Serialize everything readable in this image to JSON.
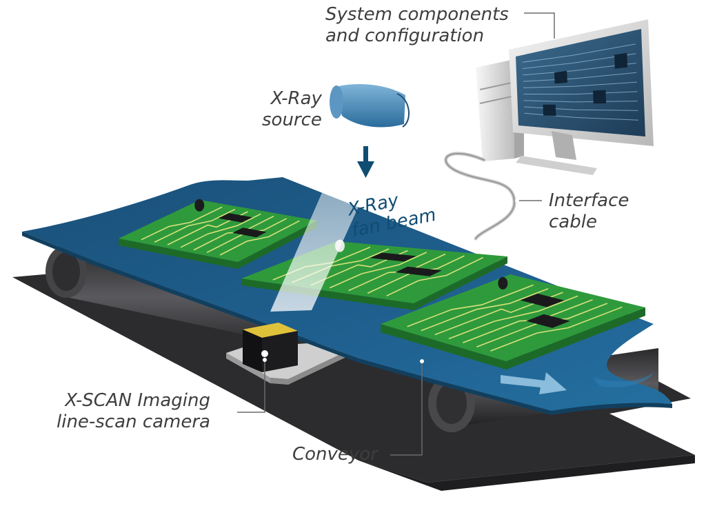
{
  "labels": {
    "system": {
      "line1": "System components",
      "line2": "and configuration"
    },
    "xray_source": {
      "line1": "X-Ray",
      "line2": "source"
    },
    "fan_beam": {
      "line1": "X-Ray",
      "line2": "fan beam"
    },
    "interface_cable": {
      "line1": "Interface",
      "line2": "cable"
    },
    "camera": {
      "line1": "X-SCAN Imaging",
      "line2": "line-scan camera"
    },
    "conveyor": {
      "line1": "Conveyor"
    }
  },
  "colors": {
    "belt": "#1e5c86",
    "belt_edge": "#123f5e",
    "pcb": "#2f9a3c",
    "trace": "#d8e27a",
    "roller": "#3a3a3c",
    "floor": "#2c2c2e",
    "beam": "#eef3f8",
    "label_text": "#3e3e3e",
    "beam_text": "#0f4d73",
    "monitor_frame": "#e6e6e6",
    "screen": "#2a4f6e"
  },
  "icons": [
    "xray-source-icon",
    "monitor-icon",
    "computer-tower-icon",
    "pcb-board-icon",
    "camera-icon",
    "direction-arrow-icon"
  ]
}
